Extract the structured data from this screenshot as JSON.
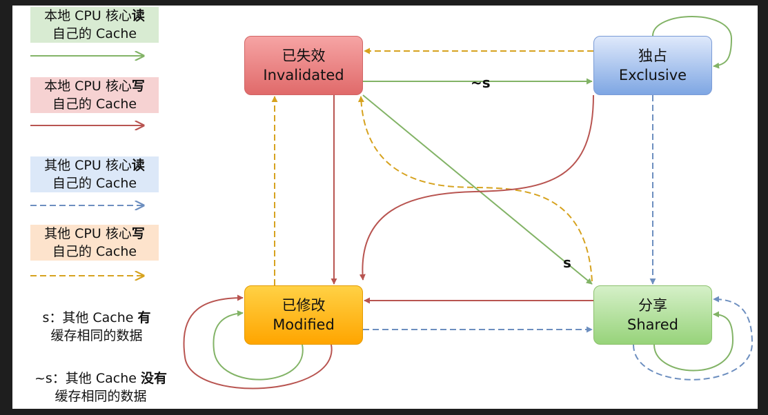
{
  "legend": [
    {
      "line1_prefix": "本地 CPU 核心",
      "line1_bold": "读",
      "line2": "自己的 Cache",
      "color": "#82b366",
      "dashed": false
    },
    {
      "line1_prefix": "本地 CPU 核心",
      "line1_bold": "写",
      "line2": "自己的 Cache",
      "color": "#b85450",
      "dashed": false
    },
    {
      "line1_prefix": "其他 CPU 核心",
      "line1_bold": "读",
      "line2": "自己的 Cache",
      "color": "#6c8ebf",
      "dashed": true
    },
    {
      "line1_prefix": "其他 CPU 核心",
      "line1_bold": "写",
      "line2": "自己的 Cache",
      "color": "#d6a21e",
      "dashed": true
    }
  ],
  "notes": {
    "s": {
      "prefix": "s：其他 Cache ",
      "bold": "有",
      "line2": "缓存相同的数据"
    },
    "not_s": {
      "prefix": "~s：其他 Cache ",
      "bold": "没有",
      "line2": "缓存相同的数据"
    }
  },
  "states": {
    "invalidated": {
      "cn": "已失效",
      "en": "Invalidated"
    },
    "exclusive": {
      "cn": "独占",
      "en": "Exclusive"
    },
    "modified": {
      "cn": "已修改",
      "en": "Modified"
    },
    "shared": {
      "cn": "分享",
      "en": "Shared"
    }
  },
  "edge_labels": {
    "not_s": "~s",
    "s": "s"
  }
}
